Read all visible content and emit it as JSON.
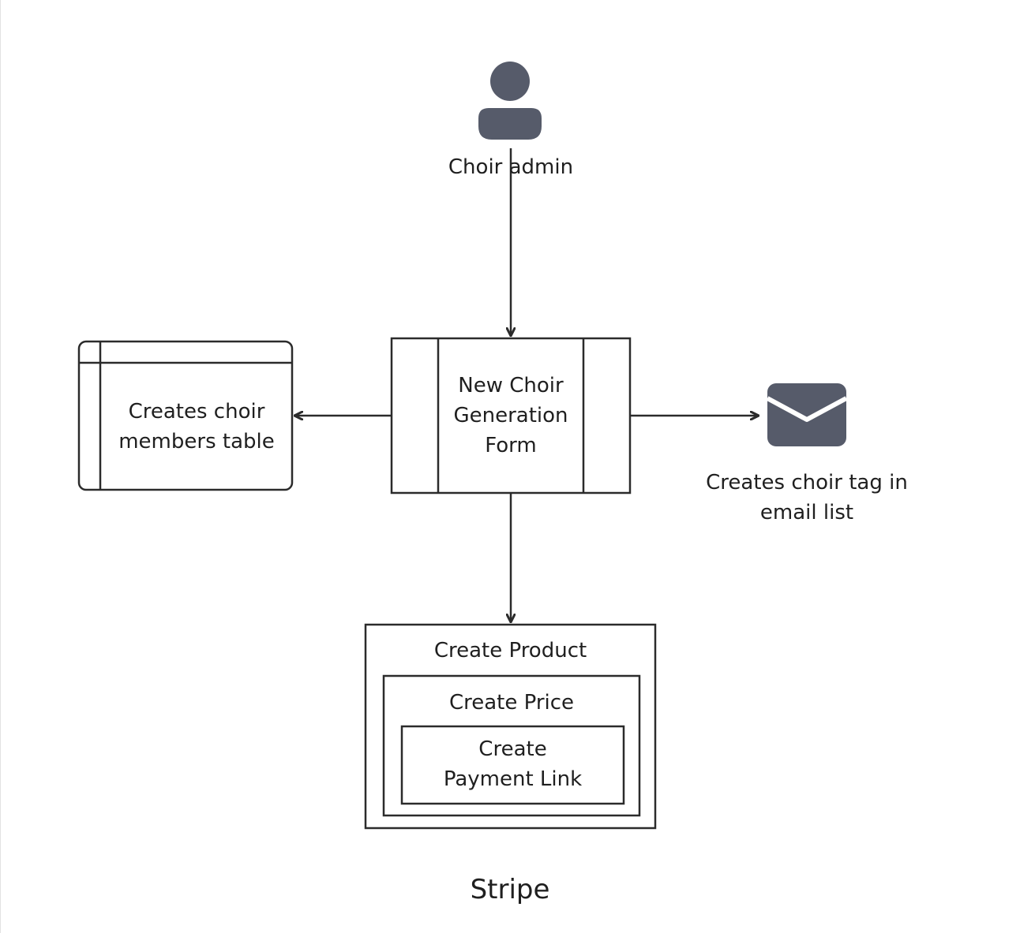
{
  "nodes": {
    "admin": {
      "label": "Choir admin"
    },
    "form": {
      "label": "New Choir\nGeneration\nForm"
    },
    "table": {
      "label": "Creates choir\nmembers table"
    },
    "email": {
      "label": "Creates choir tag in\nemail list"
    },
    "product": {
      "label": "Create Product"
    },
    "price": {
      "label": "Create Price"
    },
    "payment": {
      "label": "Create\nPayment Link"
    },
    "stripe": {
      "label": "Stripe"
    }
  },
  "icons": {
    "admin": "person-icon",
    "email": "envelope-icon"
  },
  "colors": {
    "stroke": "#2b2b2b",
    "icon": "#565b6a",
    "text": "#1f1f1f"
  },
  "edges": [
    {
      "from": "Choir admin",
      "to": "New Choir Generation Form"
    },
    {
      "from": "New Choir Generation Form",
      "to": "Creates choir members table"
    },
    {
      "from": "New Choir Generation Form",
      "to": "Creates choir tag in email list"
    },
    {
      "from": "New Choir Generation Form",
      "to": "Create Product"
    }
  ]
}
